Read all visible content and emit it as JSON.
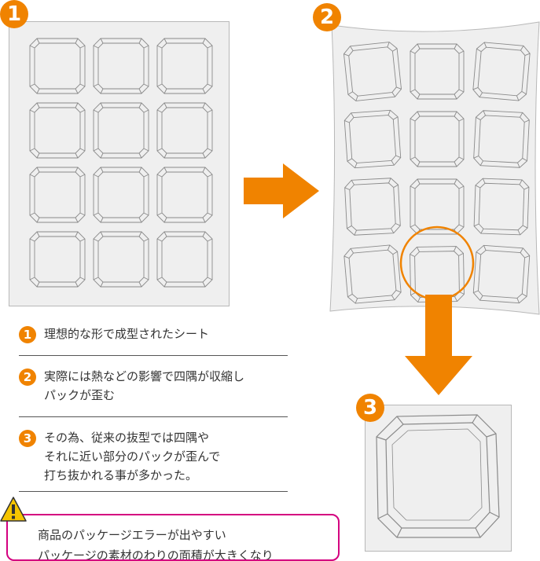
{
  "colors": {
    "accent": "#f08300",
    "warning_border": "#d4007f",
    "warning_icon": "#f5c400",
    "sheet_bg": "#efefef",
    "pocket_stroke": "#8a8a8a"
  },
  "badges": {
    "one": "1",
    "two": "2",
    "three": "3"
  },
  "notes": [
    {
      "num": "1",
      "text": "理想的な形で成型されたシート"
    },
    {
      "num": "2",
      "text": "実際には熱などの影響で四隅が収縮し\nパックが歪む"
    },
    {
      "num": "3",
      "text": "その為、従来の抜型では四隅や\nそれに近い部分のパックが歪んで\n打ち抜かれる事が多かった。"
    }
  ],
  "warning": {
    "icon": "warning-triangle-icon",
    "line1": "商品のパッケージエラーが出やすい",
    "line2": "パッケージの素材のわりの面積が大きくなり"
  },
  "arrows": {
    "right": "arrow-right-icon",
    "down": "arrow-down-icon"
  }
}
